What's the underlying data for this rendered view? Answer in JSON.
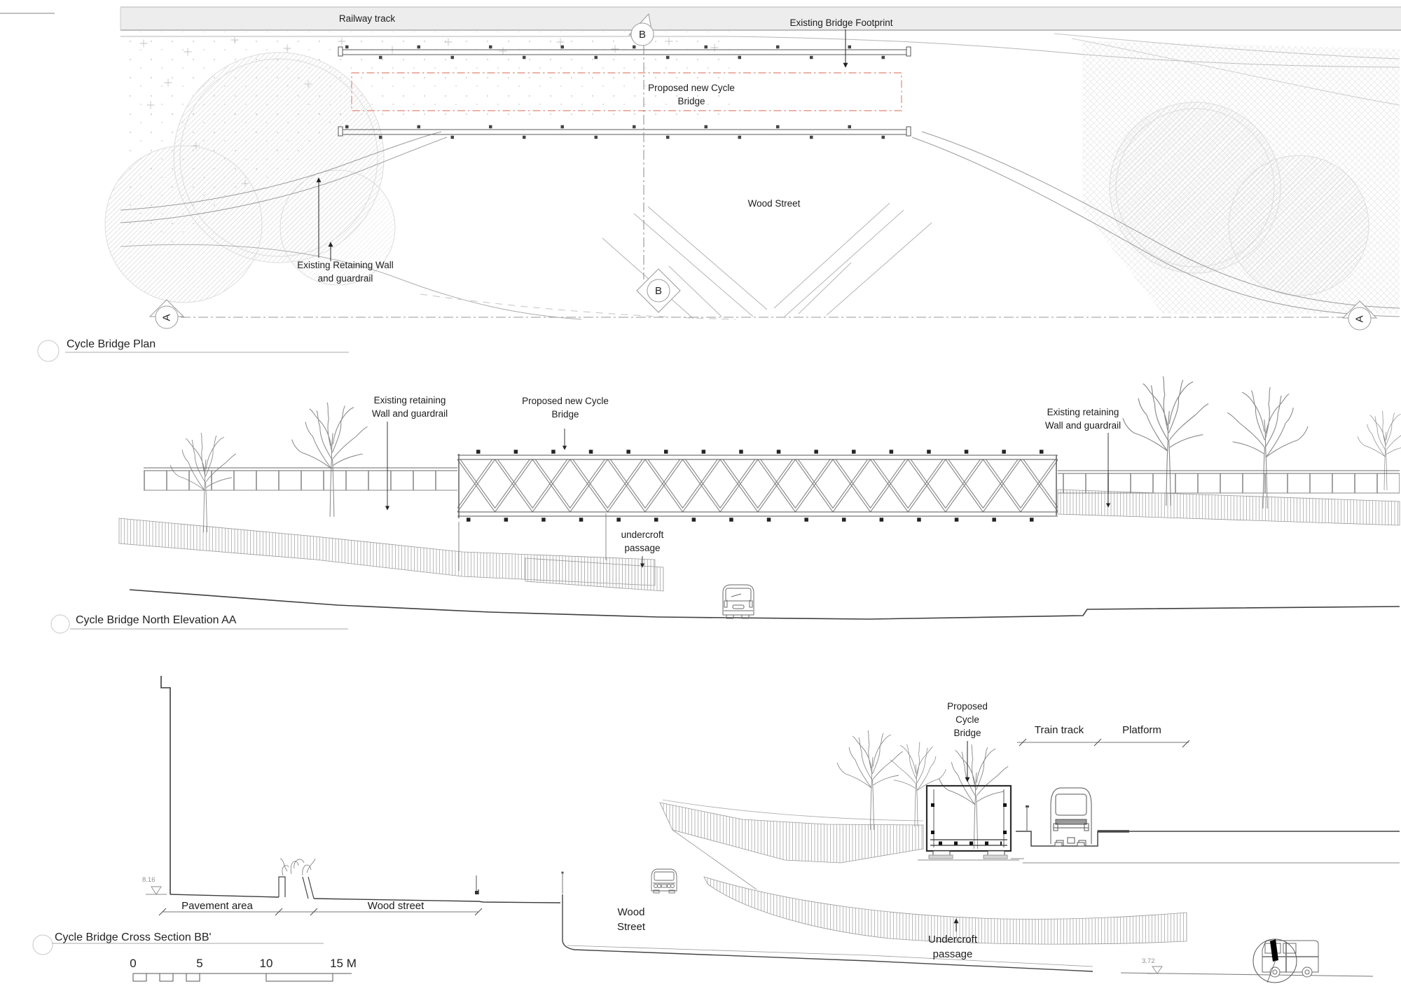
{
  "drawing": {
    "plan": {
      "title": "Cycle Bridge Plan",
      "railway_track": "Railway track",
      "existing_bridge_footprint": "Existing Bridge Footprint",
      "proposed_bridge_line1": "Proposed new Cycle",
      "proposed_bridge_line2": "Bridge",
      "wood_street": "Wood Street",
      "retaining_line1": "Existing Retaining Wall",
      "retaining_line2": "and guardrail",
      "marker_a": "A",
      "marker_b": "B"
    },
    "elevation": {
      "title": "Cycle Bridge North Elevation AA",
      "retaining_left_line1": "Existing retaining",
      "retaining_left_line2": "Wall and guardrail",
      "proposed_line1": "Proposed new Cycle",
      "proposed_line2": "Bridge",
      "undercroft_line1": "undercroft",
      "undercroft_line2": "passage",
      "retaining_right_line1": "Existing retaining",
      "retaining_right_line2": "Wall and guardrail"
    },
    "cross_section": {
      "title": "Cycle Bridge Cross Section BB'",
      "proposed_line1": "Proposed",
      "proposed_line2": "Cycle",
      "proposed_line3": "Bridge",
      "train_track": "Train track",
      "platform": "Platform",
      "pavement_area": "Pavement area",
      "wood_street_dim": "Wood street",
      "wood_street_line1": "Wood",
      "wood_street_line2": "Street",
      "undercroft_line1": "Undercroft",
      "undercroft_line2": "passage",
      "level_pavement": "8.16",
      "level_undercroft": "3.72"
    },
    "scale_bar": {
      "t0": "0",
      "t5": "5",
      "t10": "10",
      "t15": "15 M"
    },
    "colors": {
      "proposed_outline": "#e59a8c",
      "railway_fill": "#ededed"
    }
  }
}
